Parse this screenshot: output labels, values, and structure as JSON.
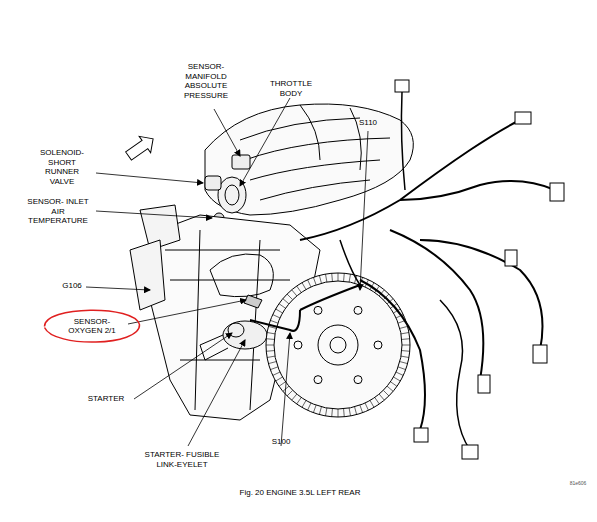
{
  "diagram": {
    "caption": "Fig. 20 ENGINE 3.5L LEFT REAR",
    "nodes": [
      {
        "text": [
          "SENSOR- OXYGEN 2/1"
        ]
      }
    ],
    "labels": [
      "SENSOR- MANIFOLD ABSOLUTE PRESSURE",
      "THROTTLE BODY",
      "S110",
      "SOLENOID- SHORT RUNNER VALVE",
      "SENSOR- INLET AIR TEMPERATURE",
      "G106",
      "STARTER",
      "STARTER- FUSIBLE LINK-EYELET",
      "S100",
      "81e606"
    ]
  }
}
